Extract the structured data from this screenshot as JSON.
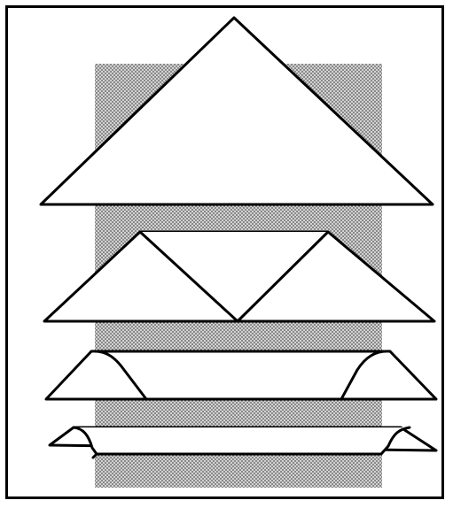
{
  "figure": {
    "type": "line-drawing",
    "panel_count": 4,
    "colors": {
      "outline": "#000000",
      "fill": "#ffffff",
      "stipple": "#8a8a8a",
      "background": "#ffffff"
    },
    "pattern": "stippled-backdrop"
  }
}
